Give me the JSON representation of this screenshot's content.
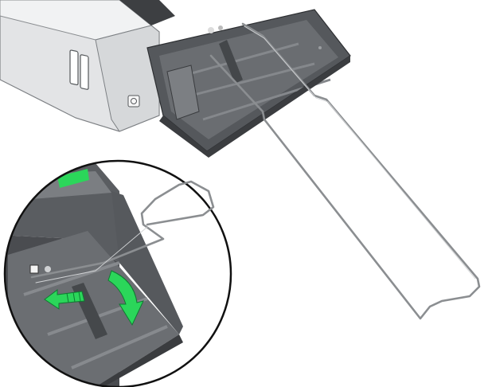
{
  "illustration": {
    "subject": "document-scanner-output-tray-with-wire-extender",
    "callout": "magnified-view-of-extender-release",
    "arrows": [
      {
        "icon": "arrow-left-icon",
        "meaning": "slide-extender",
        "color": "#22c55e"
      },
      {
        "icon": "arrow-curved-down-icon",
        "meaning": "rotate-extender-down",
        "color": "#22c55e"
      }
    ]
  },
  "colors": {
    "body_light": "#e6e7e8",
    "body_mid": "#c9cbcd",
    "tray_dark": "#4b4d50",
    "tray_mid": "#6b6e72",
    "wire": "#8a8d90",
    "accent_green": "#2bd65a"
  }
}
